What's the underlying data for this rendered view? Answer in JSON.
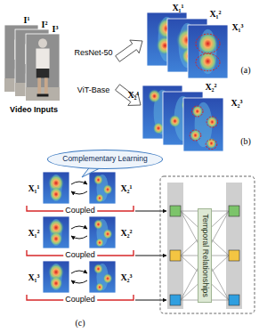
{
  "diagram": {
    "nodes": [
      {
        "text": [
          "Complementary Learning"
        ]
      },
      {
        "text": [
          "Temporal Relationships"
        ]
      }
    ],
    "labels": [
      "I¹",
      "I²",
      "I³",
      "Video Inputs",
      "ResNet-50",
      "ViT-Base",
      "X₁¹",
      "X₁²",
      "X₁³",
      "(a)",
      "X₂¹",
      "X₂²",
      "X₂³",
      "(b)",
      "X₁¹",
      "X₂¹",
      "Coupled",
      "X₁²",
      "X₂²",
      "Coupled",
      "X₁³",
      "X₂³",
      "Coupled",
      "(c)"
    ]
  }
}
